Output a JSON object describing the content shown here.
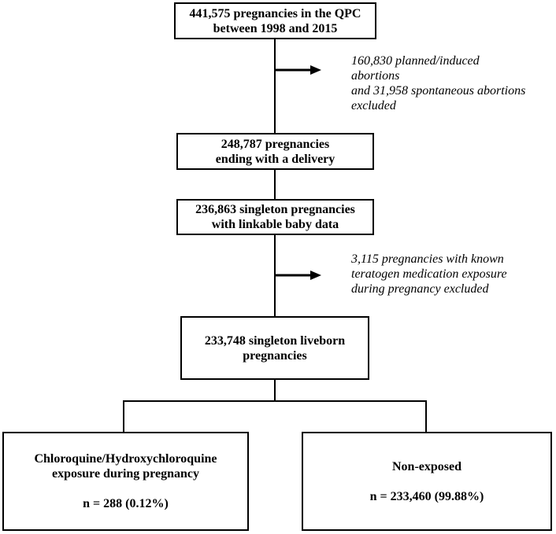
{
  "boxes": {
    "total": {
      "line1": "441,575 pregnancies in the QPC",
      "line2": "between 1998 and 2015"
    },
    "delivery": {
      "line1": "248,787 pregnancies",
      "line2": "ending with a delivery"
    },
    "singleton": {
      "line1": "236,863 singleton pregnancies",
      "line2": "with linkable baby data"
    },
    "liveborn": {
      "line1": "233,748 singleton liveborn",
      "line2": "pregnancies"
    },
    "exposed": {
      "line1": "Chloroquine/Hydroxychloroquine",
      "line2": "exposure during pregnancy",
      "count": "n = 288 (0.12%)"
    },
    "nonexposed": {
      "label": "Non-exposed",
      "count": "n = 233,460 (99.88%)"
    }
  },
  "exclusions": {
    "abortions": {
      "line1": "160,830 planned/induced",
      "line2": "abortions",
      "line3": "and 31,958 spontaneous abortions",
      "line4": "excluded"
    },
    "teratogen": {
      "line1": "3,115 pregnancies with known",
      "line2": "teratogen medication exposure",
      "line3": "during pregnancy excluded"
    }
  }
}
